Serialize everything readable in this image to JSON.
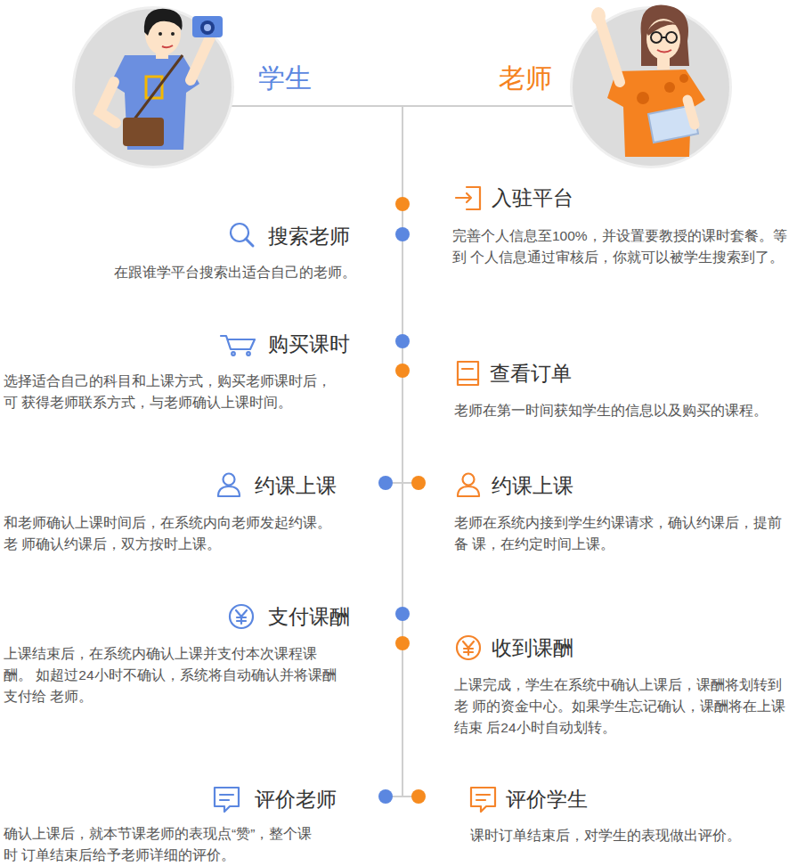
{
  "diagram": {
    "nodes": [
      {
        "text": [
          "学生"
        ]
      },
      {
        "text": [
          "老师"
        ]
      }
    ],
    "edges": [
      {
        "from": 0,
        "to": 1,
        "arrow": "none"
      }
    ],
    "labels": [
      "入驻平台",
      "完善个人信息至100%，并设置要教授的课时套餐。等到 个人信息通过审核后，你就可以被学生搜索到了。",
      "搜索老师",
      "在跟谁学平台搜索出适合自己的老师。",
      "购买课时",
      "选择适合自己的科目和上课方式，购买老师课时后，可 获得老师联系方式，与老师确认上课时间。",
      "查看订单",
      "老师在第一时间获知学生的信息以及购买的课程。",
      "约课上课",
      "和老师确认上课时间后，在系统内向老师发起约课。老 师确认约课后，双方按时上课。",
      "约课上课",
      "老师在系统内接到学生约课请求，确认约课后，提前备 课，在约定时间上课。",
      "支付课酬",
      "上课结束后，在系统内确认上课并支付本次课程课酬。 如超过24小时不确认，系统将自动确认并将课酬支付给 老师。",
      "收到课酬",
      "上课完成，学生在系统中确认上课后，课酬将划转到老 师的资金中心。如果学生忘记确认，课酬将在上课结束 后24小时自动划转。",
      "评价老师",
      "确认上课后，就本节课老师的表现点“赞”，整个课时 订单结束后给予老师详细的评价。",
      "评价学生",
      "课时订单结束后，对学生的表现做出评价。"
    ]
  }
}
